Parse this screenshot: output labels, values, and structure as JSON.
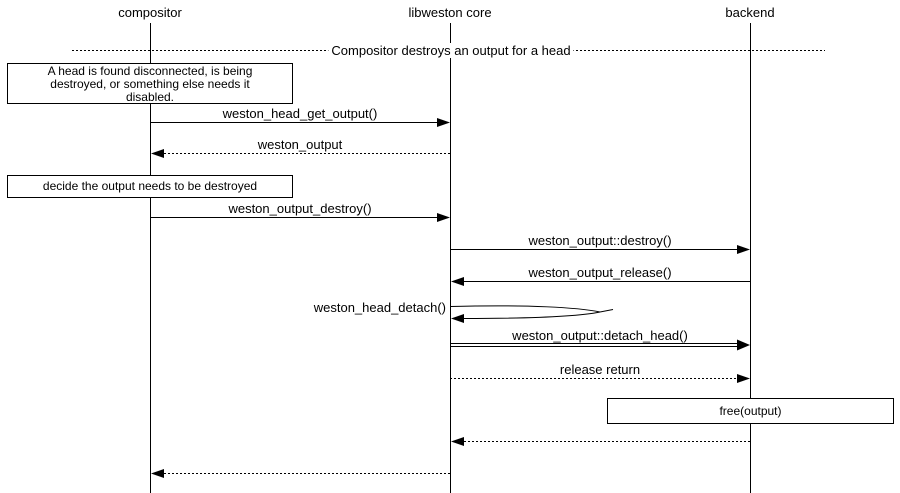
{
  "diagram": {
    "kind": "sequence-diagram",
    "colors": {
      "line": "#000000",
      "background": "#ffffff",
      "text": "#000000"
    },
    "participants": [
      {
        "name": "compositor"
      },
      {
        "name": "libweston core"
      },
      {
        "name": "backend"
      }
    ],
    "divider_label": "Compositor destroys an output for a head",
    "notes": [
      {
        "lines": [
          "A head is found disconnected, is being",
          "destroyed, or something else needs it",
          "disabled."
        ]
      },
      {
        "text": "decide the output needs to be destroyed"
      },
      {
        "text": "free(output)"
      }
    ],
    "messages": [
      {
        "label": "weston_head_get_output()",
        "from": "compositor",
        "to": "libweston core",
        "style": "solid"
      },
      {
        "label": "weston_output",
        "from": "libweston core",
        "to": "compositor",
        "style": "dotted"
      },
      {
        "label": "weston_output_destroy()",
        "from": "compositor",
        "to": "libweston core",
        "style": "solid"
      },
      {
        "label": "weston_output::destroy()",
        "from": "libweston core",
        "to": "backend",
        "style": "solid"
      },
      {
        "label": "weston_output_release()",
        "from": "backend",
        "to": "libweston core",
        "style": "solid"
      },
      {
        "label": "weston_head_detach()",
        "from": "libweston core",
        "to": "libweston core",
        "style": "self"
      },
      {
        "label": "weston_output::detach_head()",
        "from": "libweston core",
        "to": "backend",
        "style": "double"
      },
      {
        "label": "release return",
        "from": "libweston core",
        "to": "backend",
        "style": "dotted"
      },
      {
        "label": "",
        "from": "backend",
        "to": "libweston core",
        "style": "dotted"
      },
      {
        "label": "",
        "from": "libweston core",
        "to": "compositor",
        "style": "dotted"
      }
    ]
  }
}
